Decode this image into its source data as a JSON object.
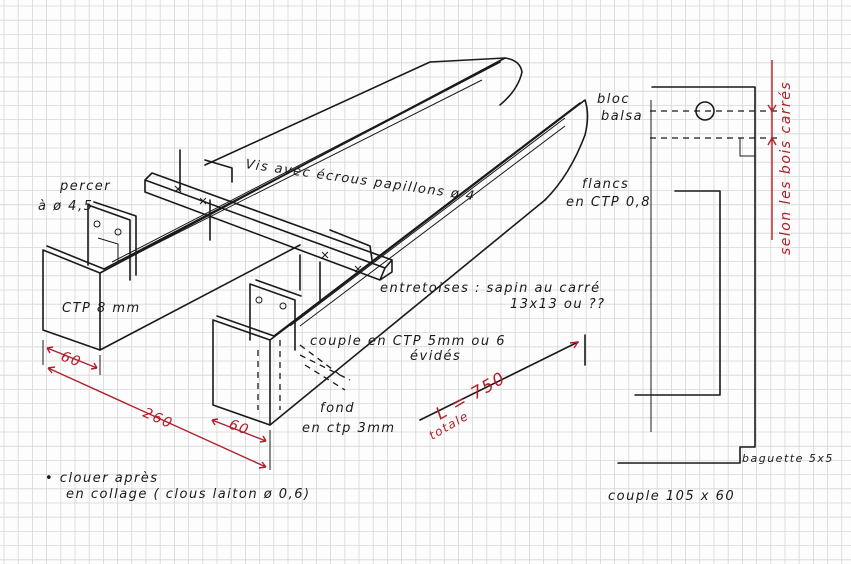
{
  "colors": {
    "ink": "#1a1a1a",
    "dimension_red": "#b0202a",
    "grid": "#d6d6d6"
  },
  "labels": {
    "percer_1": "percer",
    "percer_2": "à ø 4,5",
    "vis": "Vis avec écrous papillons ø 4",
    "ctp8": "CTP 8 mm",
    "bloc_1": "bloc",
    "bloc_2": "balsa",
    "flancs_1": "flancs",
    "flancs_2": "en CTP 0,8",
    "entretoises_1": "entretoises : sapin au carré",
    "entretoises_2": "13x13 ou ??",
    "couple_1": "couple en CTP 5mm ou 6",
    "couple_2": "évidés",
    "fond_1": "fond",
    "fond_2": "en ctp 3mm",
    "clouer_1": "• clouer après",
    "clouer_2": "en collage ( clous laiton ø 0,6)",
    "baguette": "baguette 5x5",
    "couple_dim": "couple 105 x 60",
    "selon": "selon les bois carrés"
  },
  "dimensions": {
    "width_left": "60",
    "width_right": "60",
    "spacing": "260",
    "length": "L = 750",
    "length_note": "totale"
  }
}
